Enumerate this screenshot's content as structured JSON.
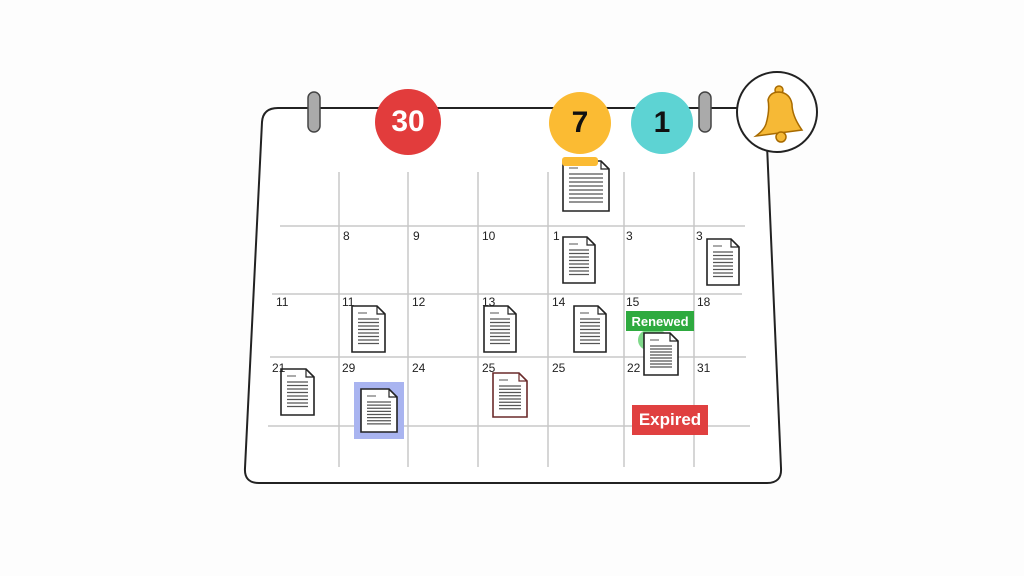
{
  "badges": {
    "top_left": "30",
    "top_middle": "7",
    "top_right": "1"
  },
  "days": {
    "row1": [
      "8",
      "9",
      "10",
      "1",
      "3",
      "3"
    ],
    "row2": [
      "11",
      "11",
      "12",
      "13",
      "14",
      "15",
      "18"
    ],
    "row3": [
      "21",
      "29",
      "24",
      "25",
      "25",
      "22",
      "31"
    ]
  },
  "status": {
    "renewed": "Renewed",
    "expired": "Expired"
  },
  "colors": {
    "red": "#e23c3c",
    "yellow": "#fbbb33",
    "teal": "#5dd3d3",
    "green": "#2eaa3f",
    "blue_highlight": "#a9b4f0",
    "bell": "#f6b936"
  },
  "icons": [
    "bell-icon",
    "document-icon",
    "calendar-ring-icon"
  ]
}
